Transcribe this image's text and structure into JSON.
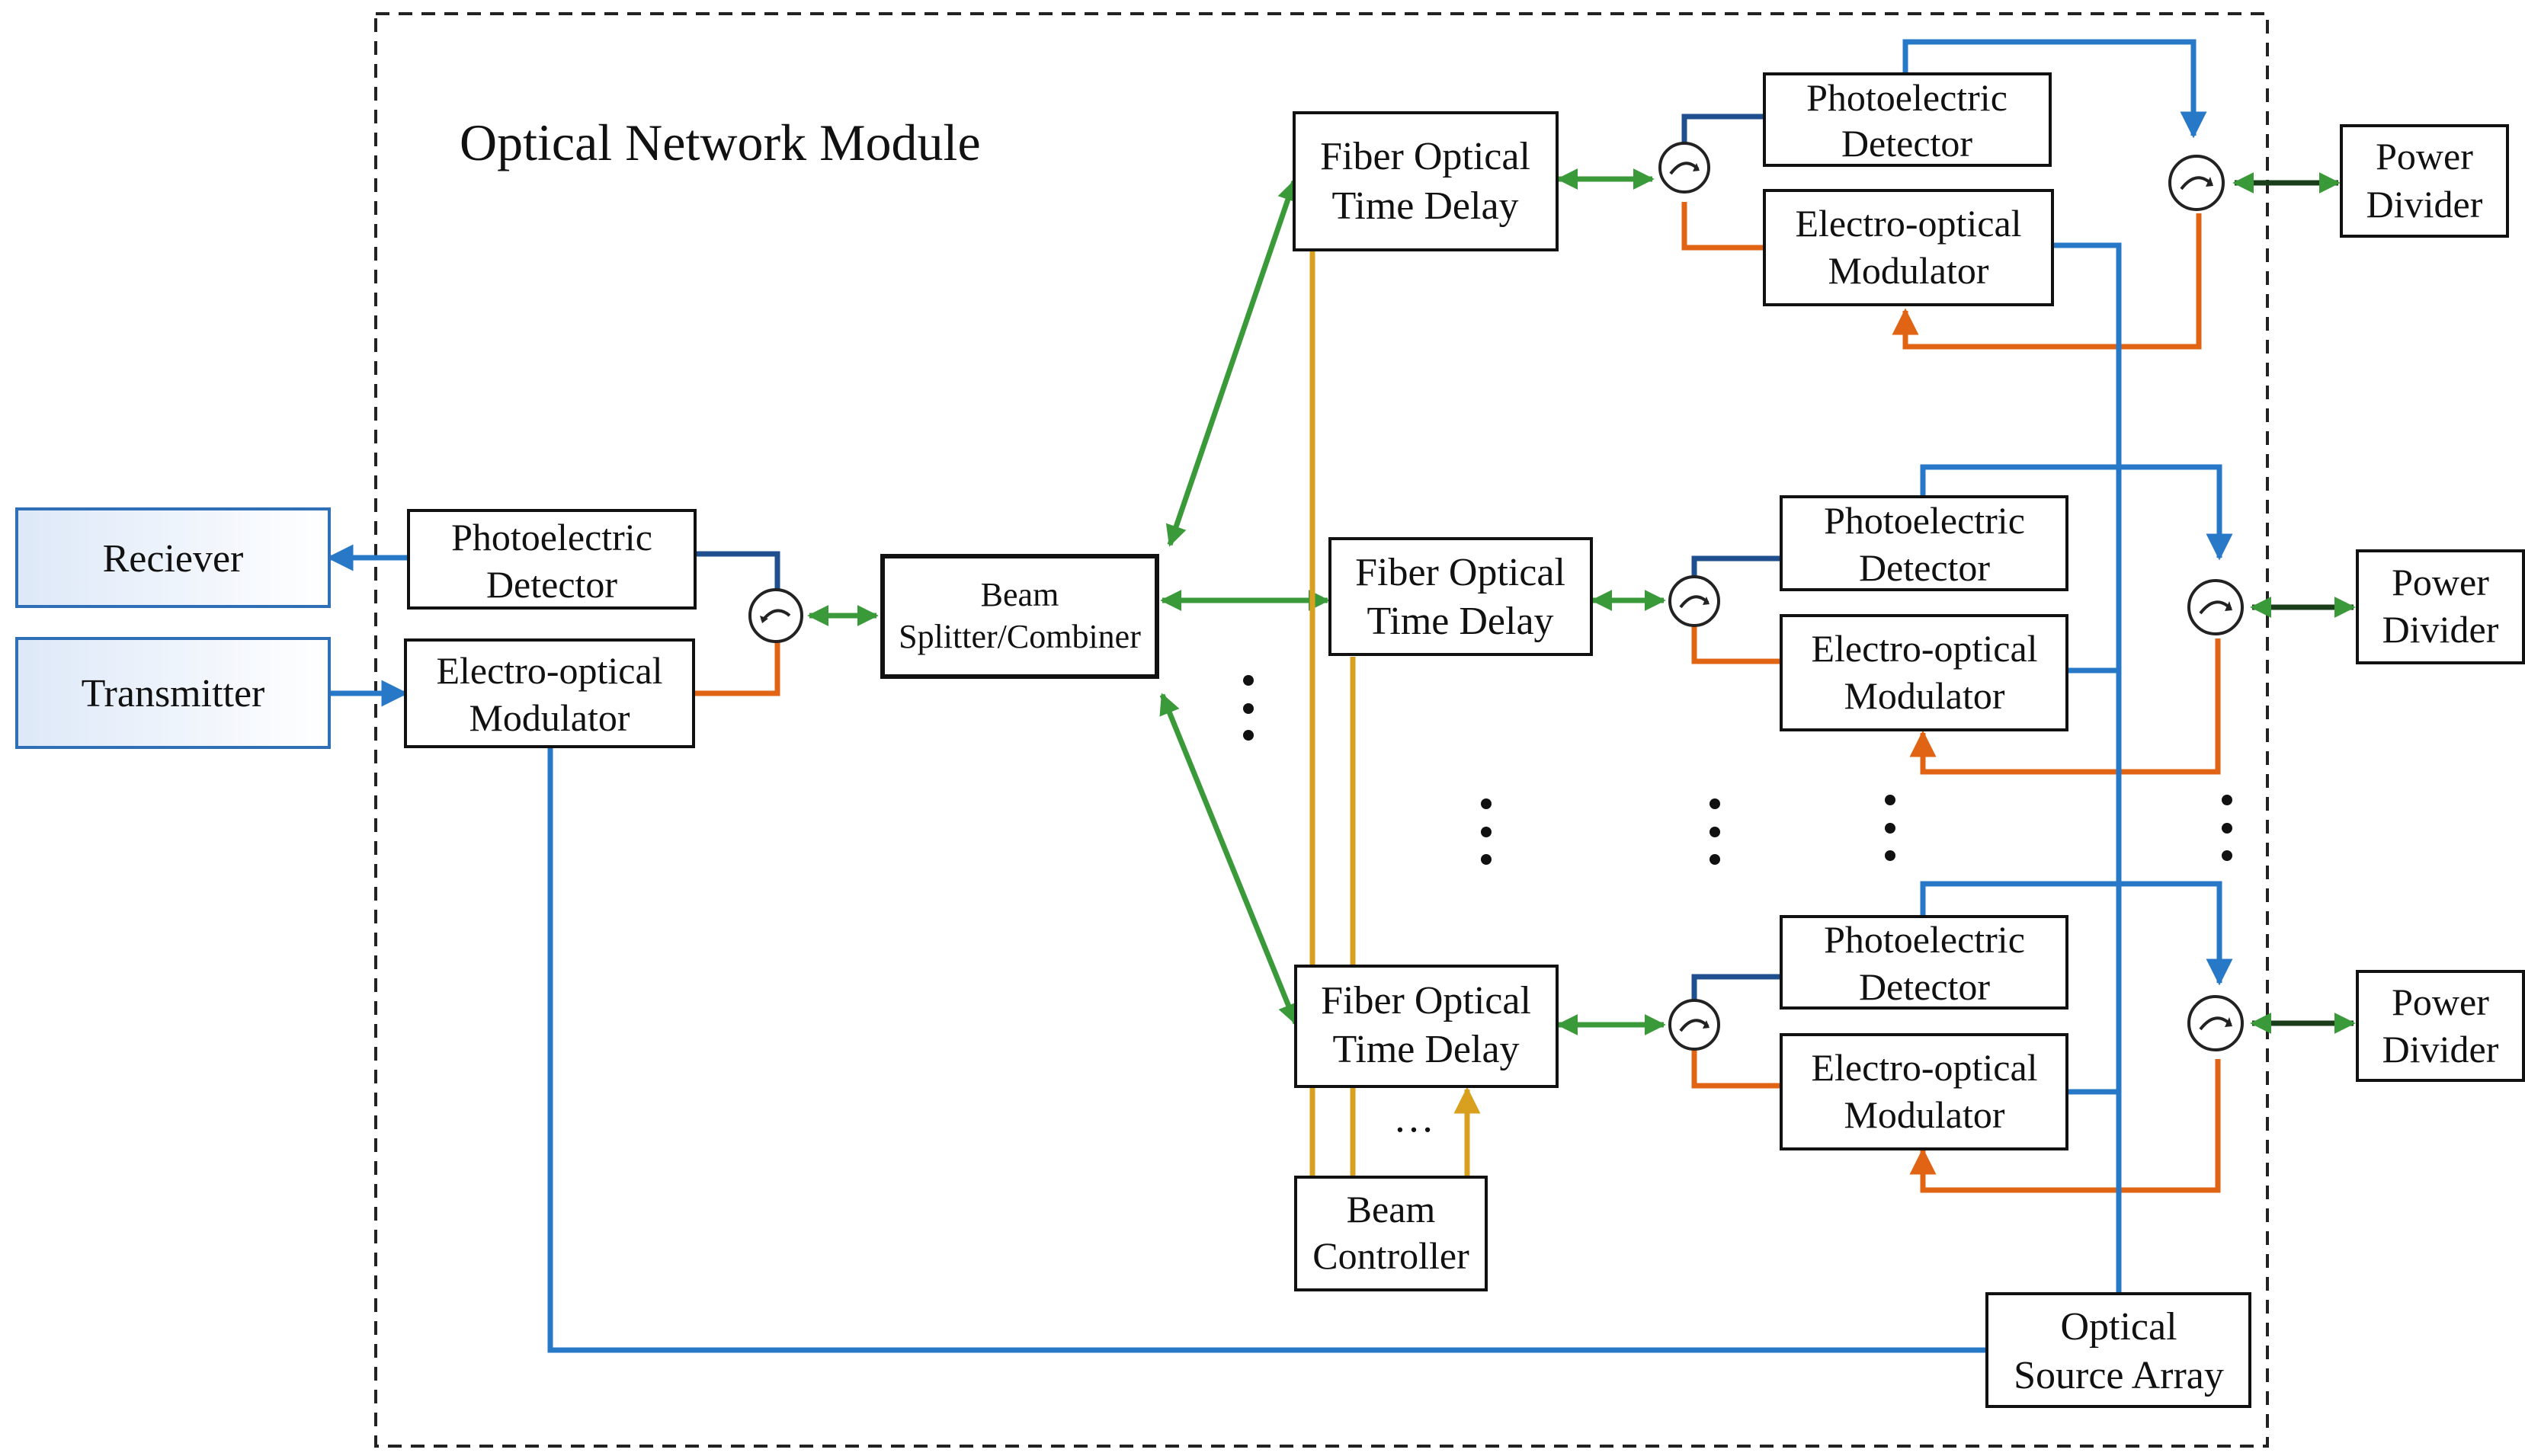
{
  "module_title": "Optical Network Module",
  "external": {
    "receiver": "Reciever",
    "transmitter": "Transmitter"
  },
  "main": {
    "photodetector": [
      "Photoelectric",
      "Detector"
    ],
    "modulator": [
      "Electro-optical",
      "Modulator"
    ],
    "splitter": [
      "Beam",
      "Splitter/Combiner"
    ],
    "source_array": [
      "Optical",
      "Source Array"
    ],
    "beam_controller": [
      "Beam",
      "Controller"
    ]
  },
  "channels": [
    {
      "delay": [
        "Fiber Optical",
        "Time Delay"
      ],
      "photodetector": [
        "Photoelectric",
        "Detector"
      ],
      "modulator": [
        "Electro-optical",
        "Modulator"
      ],
      "divider": [
        "Power",
        "Divider"
      ]
    },
    {
      "delay": [
        "Fiber Optical",
        "Time Delay"
      ],
      "photodetector": [
        "Photoelectric",
        "Detector"
      ],
      "modulator": [
        "Electro-optical",
        "Modulator"
      ],
      "divider": [
        "Power",
        "Divider"
      ]
    },
    {
      "delay": [
        "Fiber Optical",
        "Time Delay"
      ],
      "photodetector": [
        "Photoelectric",
        "Detector"
      ],
      "modulator": [
        "Electro-optical",
        "Modulator"
      ],
      "divider": [
        "Power",
        "Divider"
      ]
    }
  ],
  "ellipsis": "…",
  "colors": {
    "rf_blue": "#2878c8",
    "dark_blue": "#1f4f8f",
    "orange": "#e06414",
    "green": "#3a9a3a",
    "gold": "#d9a020",
    "ext_fill": "#e8f0fb",
    "ext_border": "#2f6fb5"
  }
}
